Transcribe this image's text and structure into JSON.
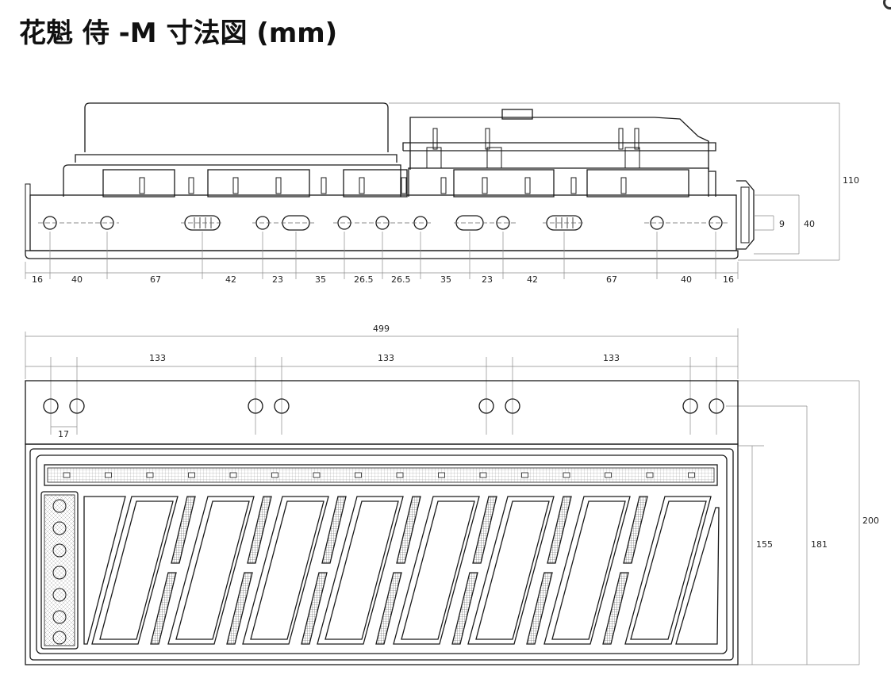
{
  "title": "花魁 侍 -M 寸法図 (mm)",
  "side_view": {
    "hole_spacing_labels": [
      "16",
      "40",
      "67",
      "42",
      "23",
      "35",
      "26.5",
      "26.5",
      "35",
      "23",
      "42",
      "67",
      "40",
      "16"
    ],
    "height_total": "110",
    "connector_height": "40",
    "connector_hole": "9"
  },
  "front_view": {
    "overall_width": "499",
    "pitch_labels": [
      "133",
      "133",
      "133"
    ],
    "hole_pair_offset": "17",
    "lens_height": "155",
    "hole_to_bottom": "181",
    "total_height": "200"
  },
  "colors": {
    "line": "#1a1a1a",
    "dim_line": "#8a8a8a",
    "background": "#ffffff"
  }
}
